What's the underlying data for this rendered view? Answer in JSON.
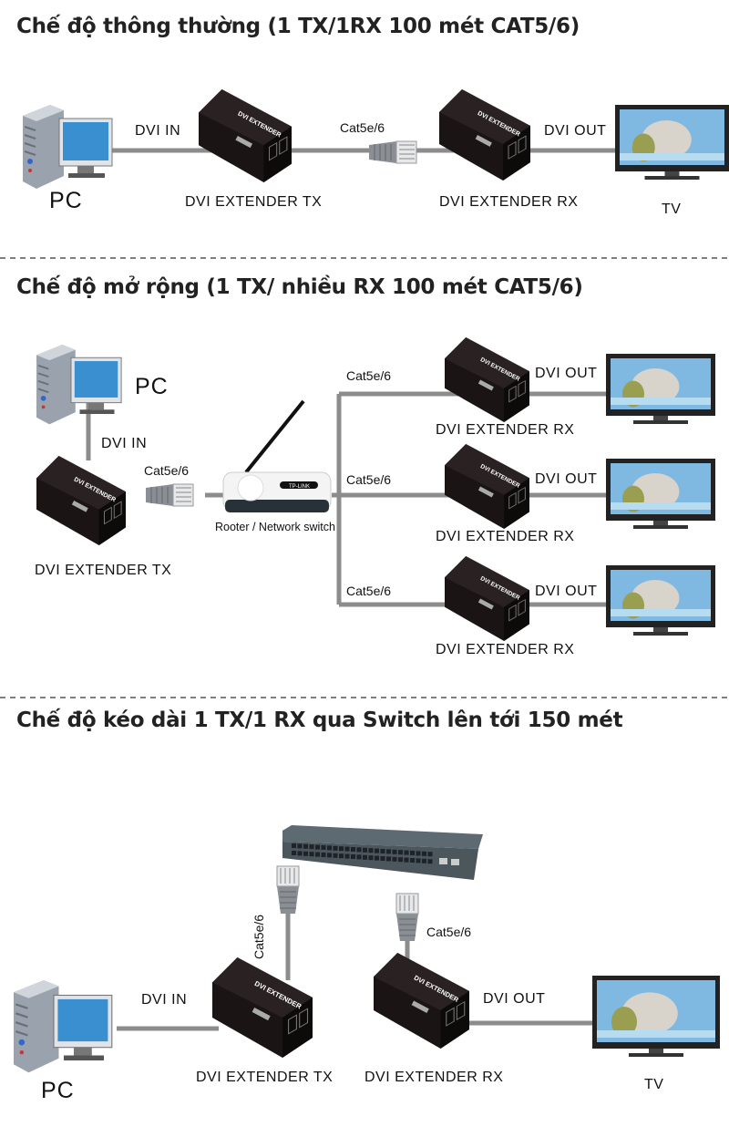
{
  "sections": [
    {
      "title": "Chế độ thông thường (1 TX/1RX 100 mét CAT5/6)",
      "labels": {
        "pc": "PC",
        "dvi_in": "DVI IN",
        "cable": "Cat5e/6",
        "dvi_out": "DVI OUT",
        "tx": "DVI EXTENDER TX",
        "rx": "DVI EXTENDER RX",
        "tv": "TV"
      }
    },
    {
      "title": "Chế độ mở rộng (1 TX/ nhiều RX 100 mét CAT5/6)",
      "labels": {
        "pc": "PC",
        "dvi_in": "DVI IN",
        "cable": "Cat5e/6",
        "tx": "DVI EXTENDER TX",
        "router": "Rooter / Network switch"
      },
      "branches": [
        {
          "cable": "Cat5e/6",
          "dvi_out": "DVI OUT",
          "rx": "DVI EXTENDER RX"
        },
        {
          "cable": "Cat5e/6",
          "dvi_out": "DVI OUT",
          "rx": "DVI EXTENDER RX"
        },
        {
          "cable": "Cat5e/6",
          "dvi_out": "DVI OUT",
          "rx": "DVI EXTENDER RX"
        }
      ]
    },
    {
      "title": "Chế độ kéo dài 1 TX/1 RX qua Switch lên tới 150 mét",
      "labels": {
        "pc": "PC",
        "dvi_in": "DVI IN",
        "cable_tx": "Cat5e/6",
        "cable_rx": "Cat5e/6",
        "dvi_out": "DVI OUT",
        "tx": "DVI EXTENDER TX",
        "rx": "DVI EXTENDER RX",
        "tv": "TV"
      }
    }
  ],
  "device_text": {
    "extender": "DVI EXTENDER",
    "router_brand": "TP-LINK"
  },
  "colors": {
    "cable": "#8c8c8c",
    "device": "#1a1414",
    "divider": "#555555",
    "screen": "#3a8fd0"
  }
}
